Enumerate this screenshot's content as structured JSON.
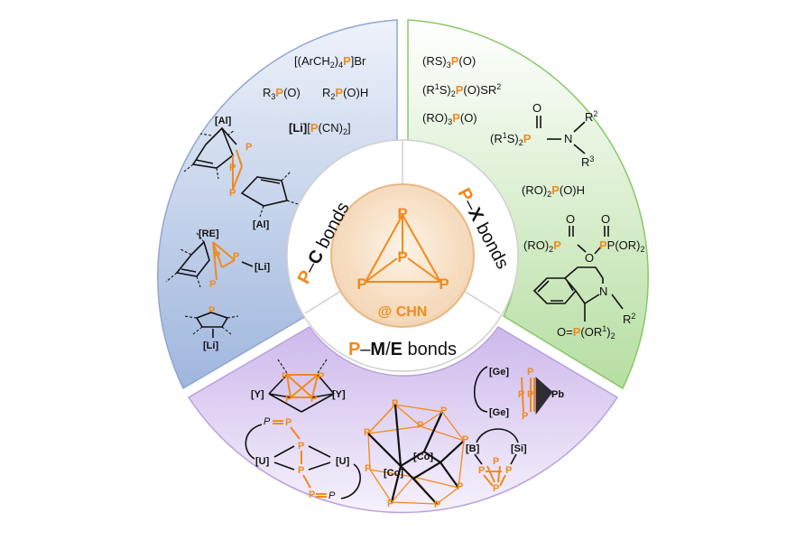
{
  "center": {
    "label": "@ CHN",
    "atom": "P"
  },
  "bonds": {
    "pc": {
      "p": "P",
      "dash": "–",
      "el": "C",
      "rest": " bonds"
    },
    "px": {
      "p": "P",
      "dash": "–",
      "el": "X",
      "rest": " bonds"
    },
    "pm": {
      "p": "P",
      "dash": "–",
      "el1": "M",
      "slash": "/",
      "el2": "E",
      "rest": " bonds"
    }
  },
  "pc_items": {
    "f1": {
      "a": "[(ArCH",
      "s1": "2",
      "b": ")",
      "s2": "4",
      "p": "P",
      "c": "]Br"
    },
    "f2": {
      "a": "R",
      "s1": "3",
      "p": "P",
      "c": "(O)"
    },
    "f3": {
      "a": "R",
      "s1": "2",
      "p": "P",
      "c": "(O)H"
    },
    "f4": {
      "li": "[Li]",
      "a": "[",
      "p": "P",
      "c": "(CN)",
      "s1": "2",
      "d": "]"
    },
    "al": "[Al]",
    "re": "[RE]",
    "li": "[Li]",
    "p": "P"
  },
  "px_items": {
    "f1": {
      "a": "(RS)",
      "s1": "3",
      "p": "P",
      "c": "(O)"
    },
    "f2": {
      "a": "(R",
      "sup": "1",
      "b": "S)",
      "s1": "2",
      "p": "P",
      "c": "(O)SR",
      "sup2": "2"
    },
    "f3": {
      "a": "(RO)",
      "s1": "3",
      "p": "P",
      "c": "(O)"
    },
    "f4": {
      "a": "(R",
      "sup": "1",
      "b": "S)",
      "s1": "2",
      "p": "P",
      "n": "N",
      "r2": "R",
      "r2s": "2",
      "r3": "R",
      "r3s": "3",
      "o": "O"
    },
    "f5": {
      "a": "(RO)",
      "s1": "2",
      "p": "P",
      "c": "(O)H"
    },
    "f6": {
      "a": "(RO)",
      "s1": "2",
      "p": "P",
      "o": "O",
      "b": "P(OR)",
      "s2": "2"
    },
    "f7": {
      "n": "N",
      "r": "R",
      "rs": "2",
      "o": "O=",
      "p": "P",
      "c": "(OR",
      "sup": "1",
      "d": ")",
      "s": "2"
    }
  },
  "pm_items": {
    "y": "[Y]",
    "u": "[U]",
    "co": "[Co]",
    "ge": "[Ge]",
    "pb": "Pb",
    "b": "[B]",
    "si": "[Si]",
    "p": "P"
  },
  "colors": {
    "blue_sector": "#b7c9e6",
    "green_sector": "#c9e8b8",
    "purple_sector": "#d8c8ee",
    "orange": "#f08a1c",
    "core": "#f6d9b8"
  }
}
